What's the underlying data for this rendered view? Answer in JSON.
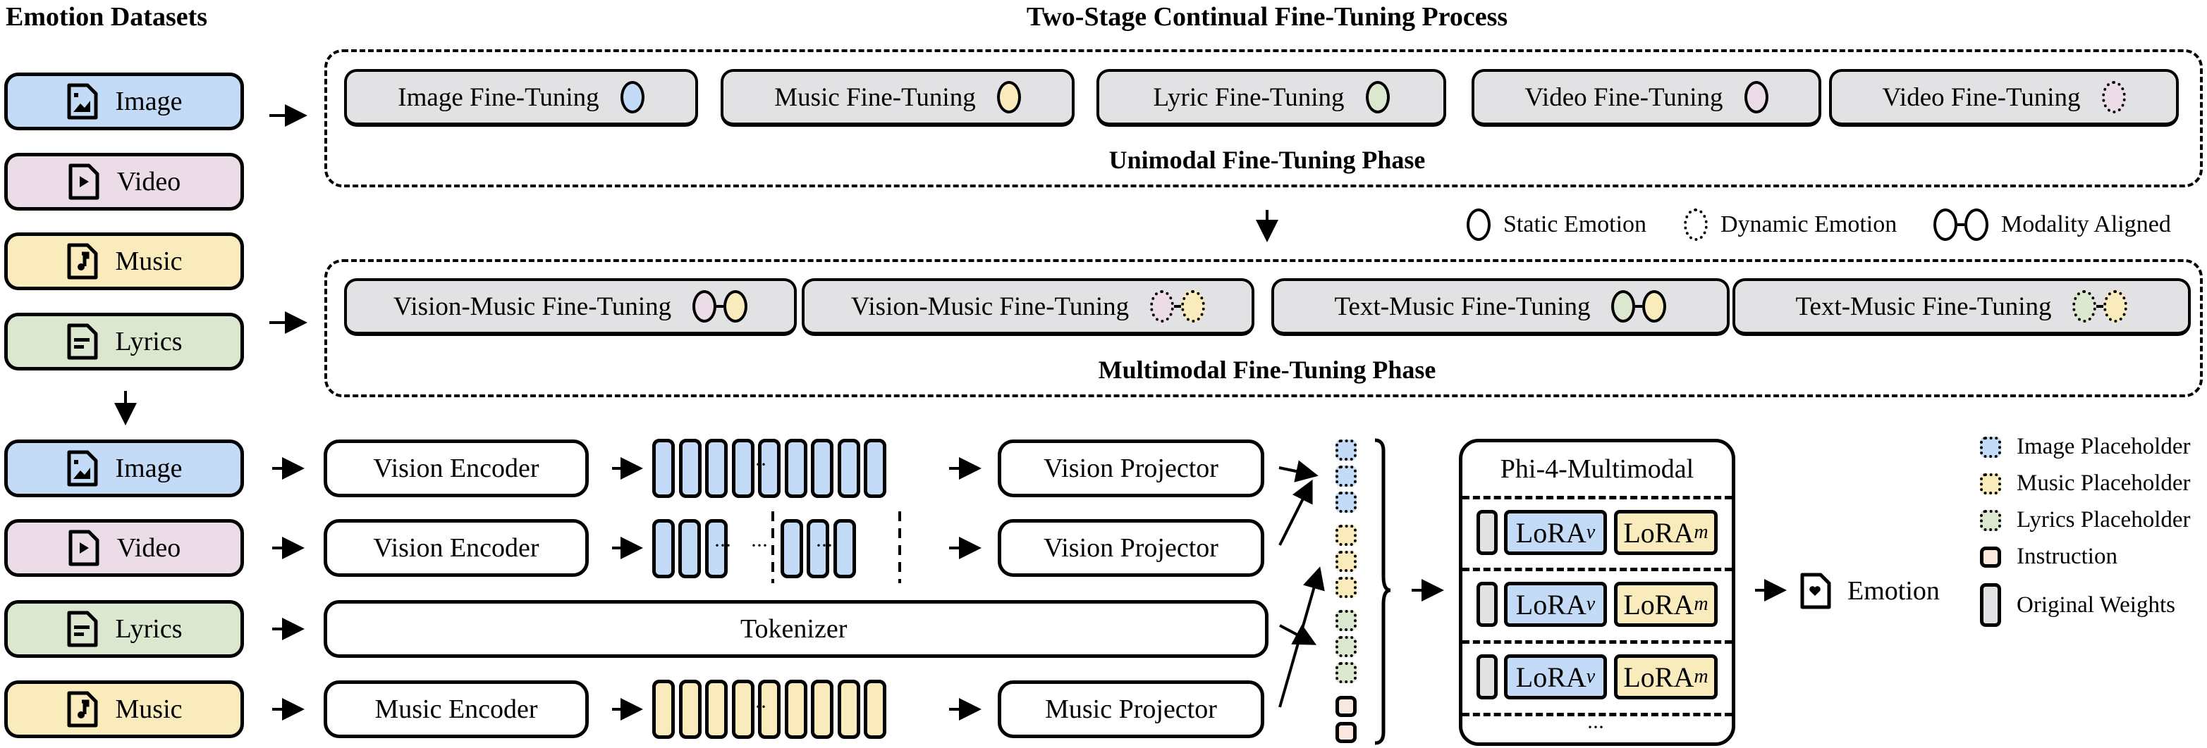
{
  "colors": {
    "image": "#c3dbf6",
    "video": "#ebdce7",
    "music": "#f9ebbb",
    "lyrics": "#dbe7cf",
    "instruction": "#f9e8de",
    "original_weights": "#e2e2e4",
    "fine_tune_box": "#e2e2e4"
  },
  "left_panel": {
    "title": "Emotion Datasets",
    "datasets": [
      {
        "label": "Image",
        "icon": "image-file-icon",
        "color_key": "image"
      },
      {
        "label": "Video",
        "icon": "video-file-icon",
        "color_key": "video"
      },
      {
        "label": "Music",
        "icon": "music-file-icon",
        "color_key": "music"
      },
      {
        "label": "Lyrics",
        "icon": "text-file-icon",
        "color_key": "lyrics"
      }
    ]
  },
  "process": {
    "title": "Two-Stage Continual Fine-Tuning Process",
    "unimodal_phase": {
      "label": "Unimodal Fine-Tuning Phase",
      "items": [
        {
          "label": "Image Fine-Tuning",
          "marker": "static",
          "colors": [
            "image"
          ]
        },
        {
          "label": "Music Fine-Tuning",
          "marker": "static",
          "colors": [
            "music"
          ]
        },
        {
          "label": "Lyric Fine-Tuning",
          "marker": "static",
          "colors": [
            "lyrics"
          ]
        },
        {
          "label": "Video Fine-Tuning",
          "marker": "static",
          "colors": [
            "video"
          ]
        },
        {
          "label": "Video Fine-Tuning",
          "marker": "dynamic",
          "colors": [
            "video"
          ]
        }
      ]
    },
    "multimodal_phase": {
      "label": "Multimodal Fine-Tuning Phase",
      "items": [
        {
          "label": "Vision-Music Fine-Tuning",
          "marker": "static-aligned",
          "colors": [
            "video",
            "music"
          ]
        },
        {
          "label": "Vision-Music Fine-Tuning",
          "marker": "dynamic-aligned",
          "colors": [
            "video",
            "music"
          ]
        },
        {
          "label": "Text-Music Fine-Tuning",
          "marker": "static-aligned",
          "colors": [
            "lyrics",
            "music"
          ]
        },
        {
          "label": "Text-Music Fine-Tuning",
          "marker": "dynamic-aligned",
          "colors": [
            "lyrics",
            "music"
          ]
        }
      ]
    },
    "legend": [
      {
        "label": "Static Emotion",
        "marker": "static"
      },
      {
        "label": "Dynamic Emotion",
        "marker": "dynamic"
      },
      {
        "label": "Modality Aligned",
        "marker": "aligned"
      }
    ]
  },
  "pipeline": {
    "inputs": [
      {
        "label": "Image",
        "icon": "image-file-icon",
        "color_key": "image"
      },
      {
        "label": "Video",
        "icon": "video-file-icon",
        "color_key": "video"
      },
      {
        "label": "Lyrics",
        "icon": "text-file-icon",
        "color_key": "lyrics"
      },
      {
        "label": "Music",
        "icon": "music-file-icon",
        "color_key": "music"
      }
    ],
    "encoders": [
      "Vision Encoder",
      "Vision Encoder",
      "Tokenizer",
      "Music Encoder"
    ],
    "projectors": [
      "Vision Projector",
      "Vision Projector",
      "Music Projector"
    ],
    "ellipsis": "···",
    "model": {
      "title": "Phi-4-Multimodal",
      "layers": [
        {
          "lora_v": "LoRA",
          "lora_v_sub": "v",
          "lora_m": "LoRA",
          "lora_m_sub": "m"
        },
        {
          "lora_v": "LoRA",
          "lora_v_sub": "v",
          "lora_m": "LoRA",
          "lora_m_sub": "m"
        },
        {
          "lora_v": "LoRA",
          "lora_v_sub": "v",
          "lora_m": "LoRA",
          "lora_m_sub": "m"
        }
      ],
      "more": "···"
    },
    "output": {
      "label": "Emotion",
      "icon": "emotion-file-icon"
    },
    "legend": [
      {
        "label": "Image Placeholder",
        "type": "placeholder",
        "color_key": "image"
      },
      {
        "label": "Music Placeholder",
        "type": "placeholder",
        "color_key": "music"
      },
      {
        "label": "Lyrics Placeholder",
        "type": "placeholder",
        "color_key": "lyrics"
      },
      {
        "label": "Instruction",
        "type": "instruction",
        "color_key": "instruction"
      },
      {
        "label": "Original Weights",
        "type": "weights",
        "color_key": "original_weights"
      }
    ]
  }
}
